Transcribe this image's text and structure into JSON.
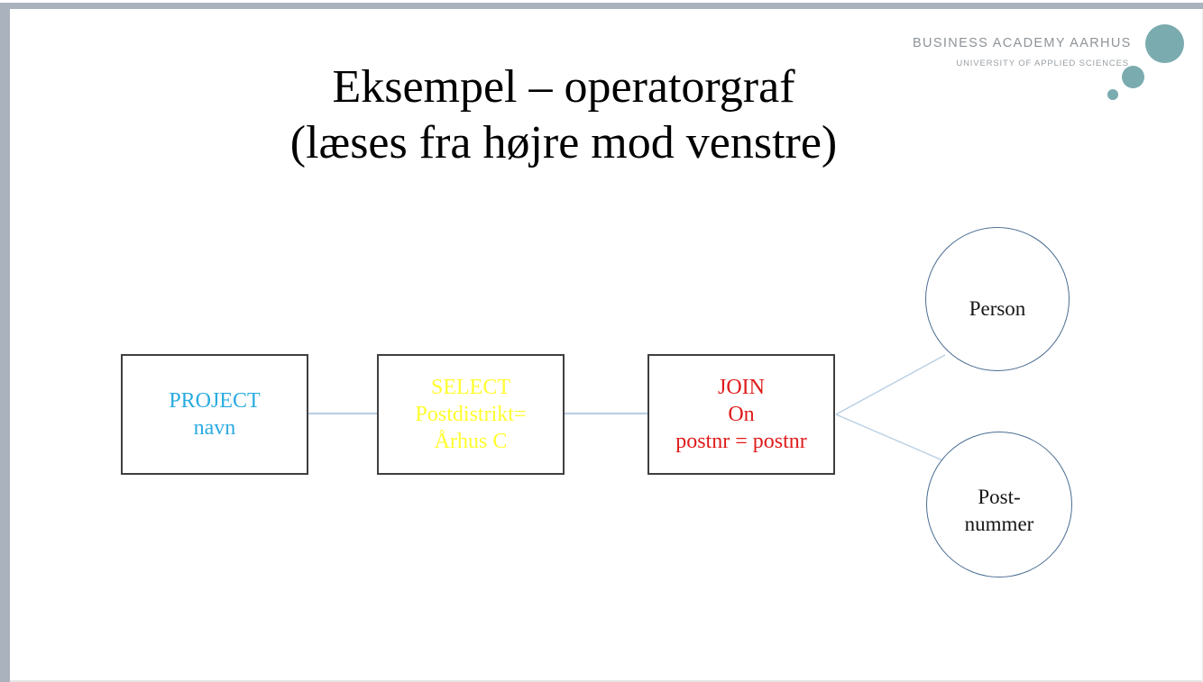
{
  "slide": {
    "title_line1": "Eksempel – operatorgraf",
    "title_line2": "(læses fra højre mod venstre)"
  },
  "logo": {
    "name": "BUSINESS ACADEMY AARHUS",
    "tagline": "UNIVERSITY OF APPLIED SCIENCES",
    "dot_color": "#7aabaf"
  },
  "diagram": {
    "type": "operator-graph",
    "read_direction": "right-to-left",
    "nodes": [
      {
        "id": "project",
        "shape": "rectangle",
        "label": "PROJECT\nnavn",
        "color": "#29abe2"
      },
      {
        "id": "select",
        "shape": "rectangle",
        "label": "SELECT\nPostdistrikt=\nÅrhus C",
        "color": "#ffff2e"
      },
      {
        "id": "join",
        "shape": "rectangle",
        "label": "JOIN\nOn\npostnr = postnr",
        "color": "#e01b1b"
      },
      {
        "id": "person",
        "shape": "circle",
        "label": "Person",
        "color": "#161616"
      },
      {
        "id": "postnummer",
        "shape": "circle",
        "label": "Post-\nnummer",
        "color": "#161616"
      }
    ],
    "edges": [
      {
        "from": "project",
        "to": "select"
      },
      {
        "from": "select",
        "to": "join"
      },
      {
        "from": "join",
        "to": "person"
      },
      {
        "from": "join",
        "to": "postnummer"
      }
    ],
    "edge_color": "#b8cfe3",
    "box_border_color": "#3f3f3f",
    "circle_border_color": "#4a6d92"
  },
  "frame": {
    "bar_color": "#aab2bd"
  }
}
